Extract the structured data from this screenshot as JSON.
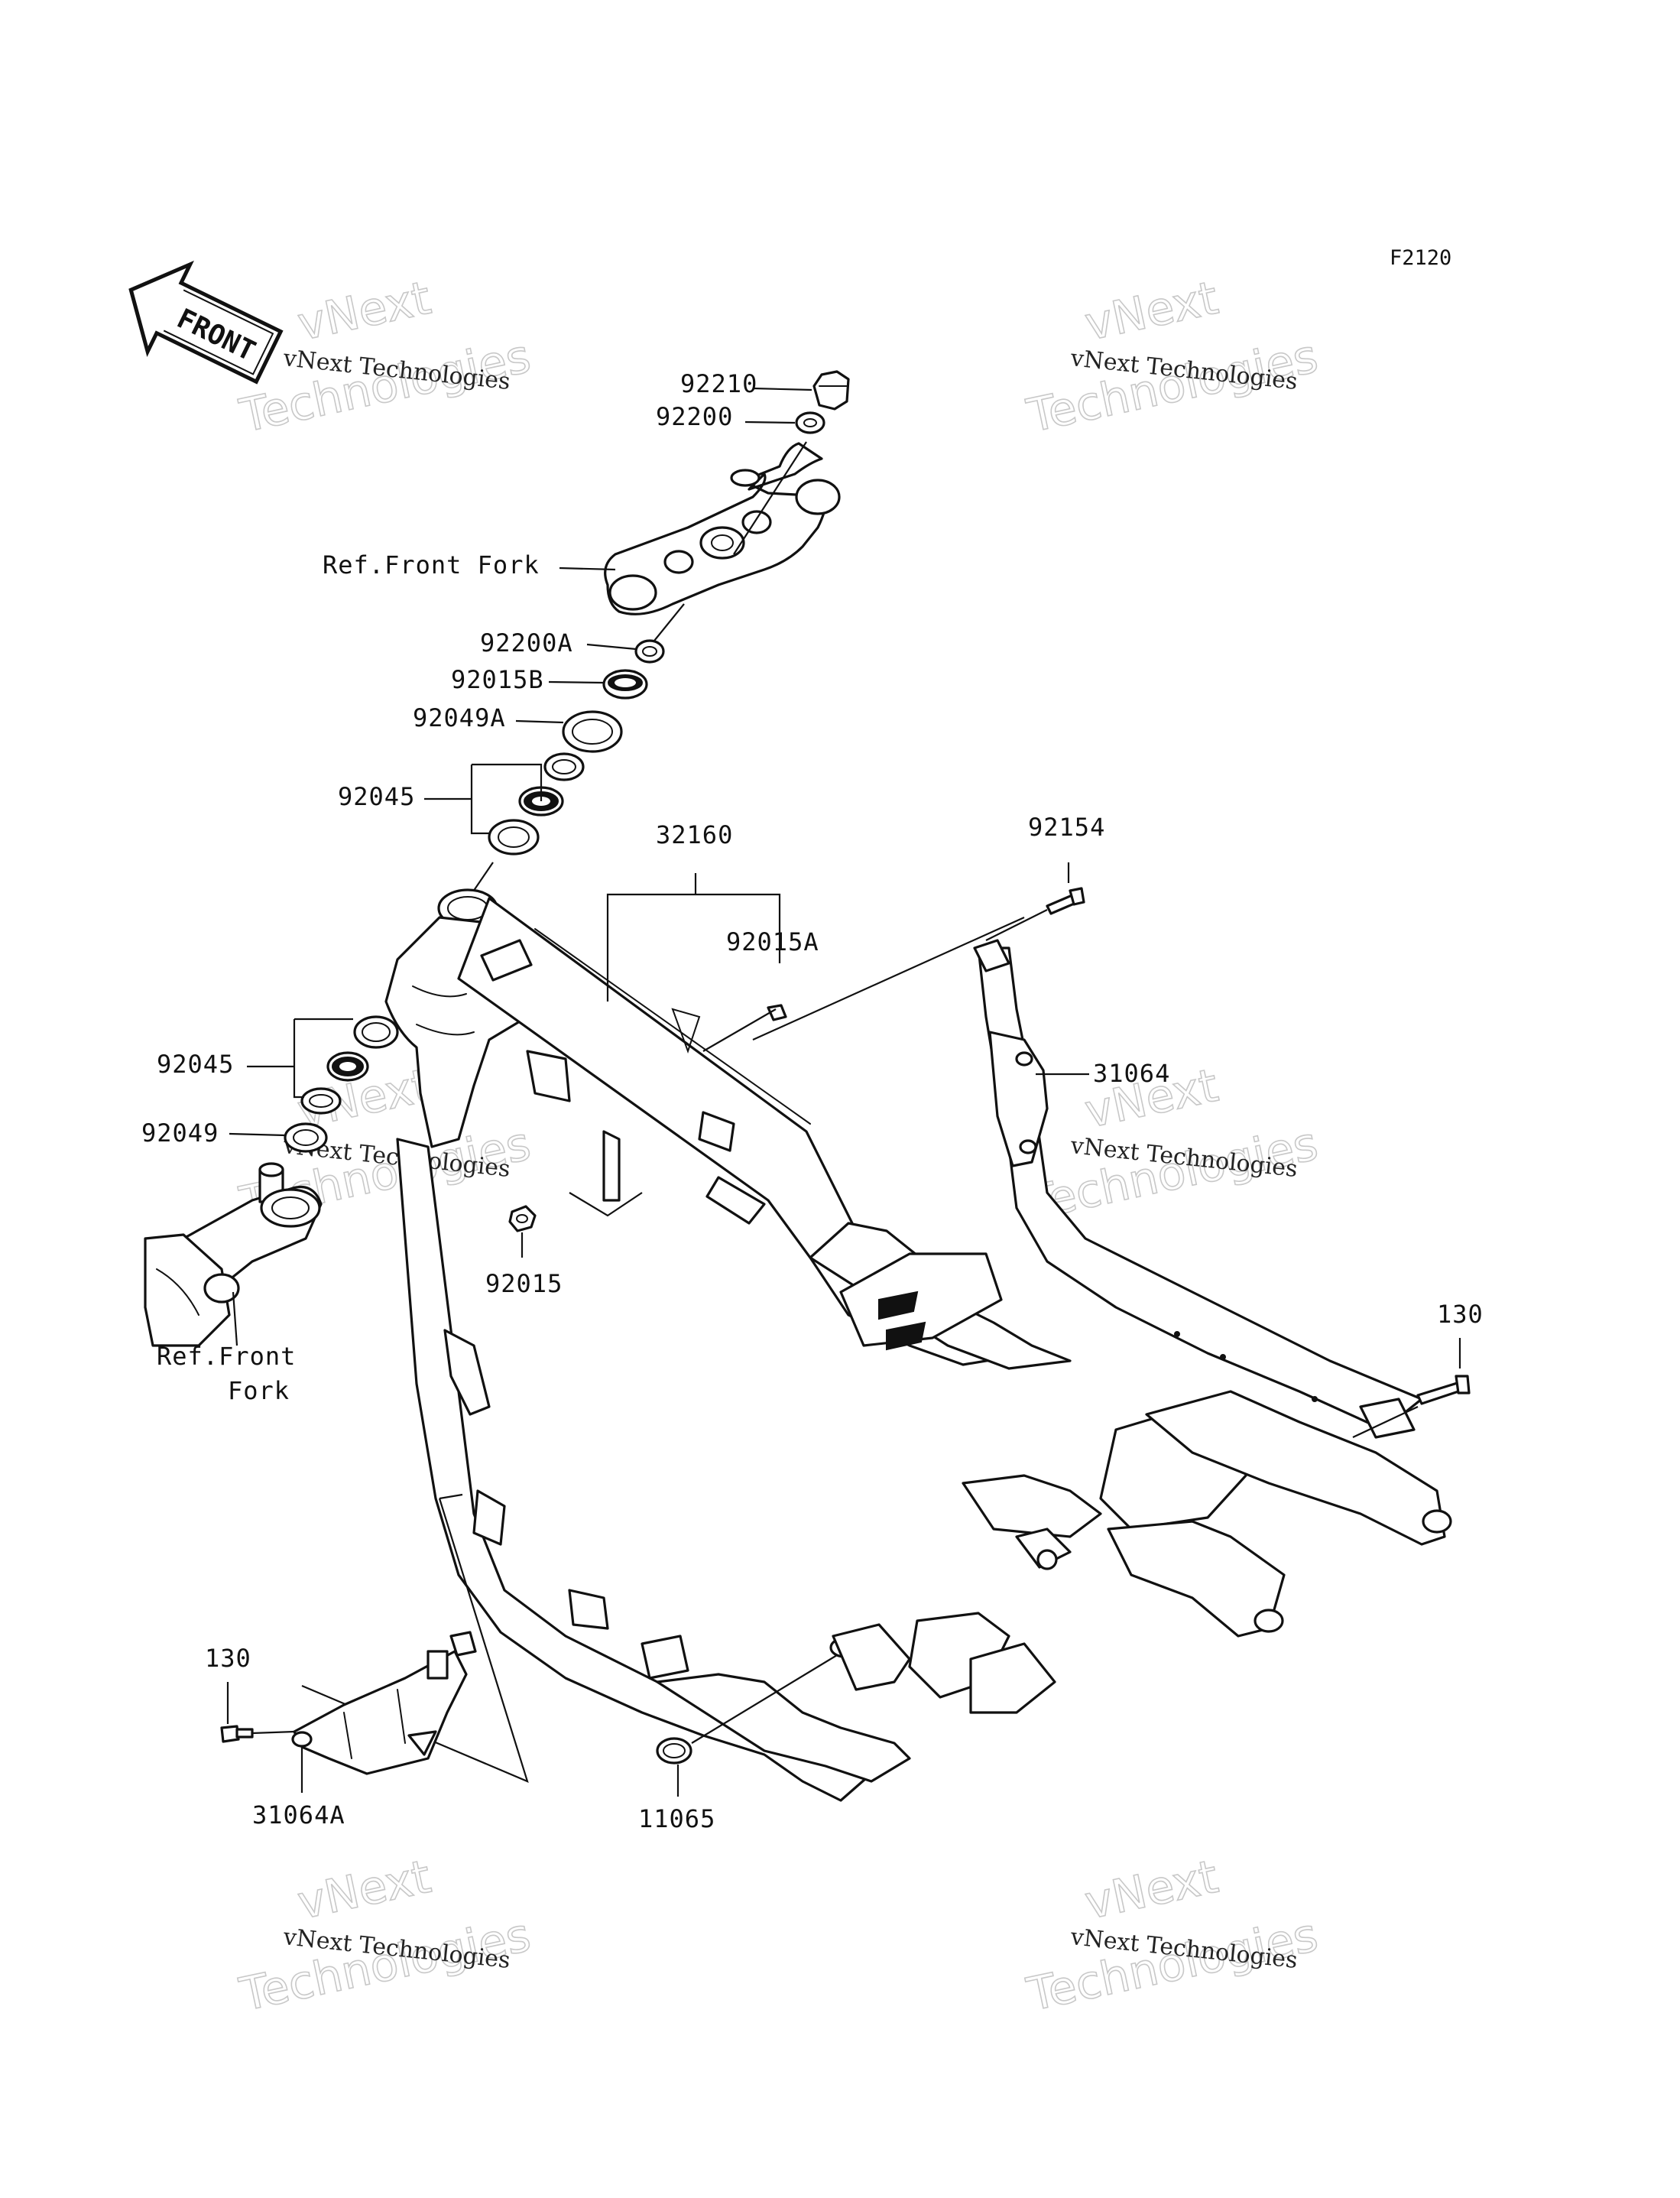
{
  "diagram": {
    "code": "F2120",
    "front_arrow": "FRONT",
    "labels": {
      "p92210": "92210",
      "p92200": "92200",
      "ref_front_fork_top": "Ref.Front Fork",
      "p92200A": "92200A",
      "p92015B": "92015B",
      "p92049A": "92049A",
      "p92045_top": "92045",
      "p32160": "32160",
      "p92154": "92154",
      "p92015A": "92015A",
      "p31064": "31064",
      "p92045_low": "92045",
      "p92049": "92049",
      "p92015": "92015",
      "ref_front_fork_l1": "Ref.Front",
      "ref_front_fork_l2": "Fork",
      "p130_right": "130",
      "p130_left": "130",
      "p31064A": "31064A",
      "p11065": "11065"
    },
    "watermark": {
      "line1": "vNext Technologies",
      "line2": "Technologies",
      "line3": "vNext"
    }
  }
}
